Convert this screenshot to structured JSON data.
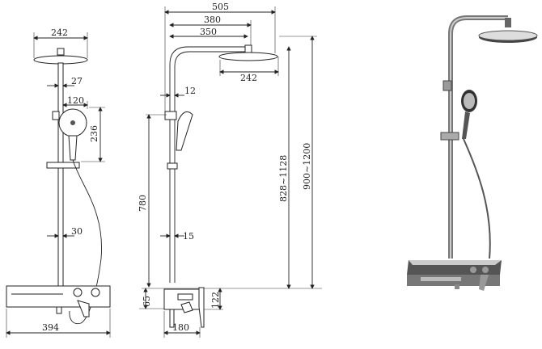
{
  "front_view": {
    "dims": {
      "head_width": "242",
      "pipe_dia": "27",
      "handshower_width": "120",
      "handshower_height": "236",
      "rail_dia": "30",
      "mixer_width": "394"
    }
  },
  "side_view": {
    "dims": {
      "total_depth": "505",
      "arm_reach": "380",
      "head_center": "350",
      "head_width": "242",
      "pipe_offset": "12",
      "rail_height": "780",
      "rail_dia": "15",
      "mixer_height": "65",
      "outlet_height": "122",
      "mixer_depth": "180",
      "handshower_range": "828~1128",
      "head_range": "900~1200"
    }
  }
}
